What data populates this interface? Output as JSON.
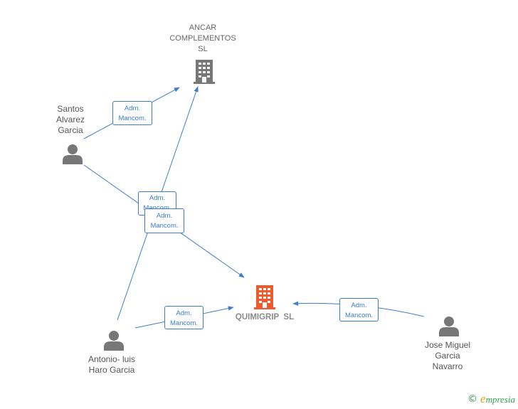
{
  "nodes": {
    "ancar": {
      "label_lines": [
        "ANCAR",
        "COMPLEMENTOS",
        "SL"
      ],
      "icon": "building-icon",
      "color": "#777777"
    },
    "quimigrip": {
      "label": "QUIMIGRIP  SL",
      "icon": "building-icon",
      "color": "#ef5a2c"
    },
    "santos": {
      "label_lines": [
        "Santos",
        "Alvarez",
        "Garcia"
      ],
      "icon": "person-icon"
    },
    "antonio": {
      "label_lines": [
        "Antonio- luis",
        "Haro Garcia"
      ],
      "icon": "person-icon"
    },
    "jose": {
      "label_lines": [
        "Jose Miguel",
        "Garcia",
        "Navarro"
      ],
      "icon": "person-icon"
    }
  },
  "edges": [
    {
      "from": "santos",
      "to": "ancar",
      "label_lines": [
        "Adm.",
        "Mancom."
      ]
    },
    {
      "from": "antonio",
      "to": "ancar",
      "label_lines": [
        "Adm.",
        "Mancom."
      ]
    },
    {
      "from": "santos",
      "to": "quimigrip",
      "label_lines": [
        "Adm.",
        "Mancom."
      ]
    },
    {
      "from": "antonio",
      "to": "quimigrip",
      "label_lines": [
        "Adm.",
        "Mancom."
      ]
    },
    {
      "from": "jose",
      "to": "quimigrip",
      "label_lines": [
        "Adm.",
        "Mancom."
      ]
    }
  ],
  "colors": {
    "edge": "#3d7dd0",
    "person": "#777777",
    "brand_green": "#2e9e49",
    "brand_orange": "#f09a1e"
  },
  "footer": {
    "copyright": "©",
    "brand_first": "e",
    "brand_rest": "mpresia"
  }
}
